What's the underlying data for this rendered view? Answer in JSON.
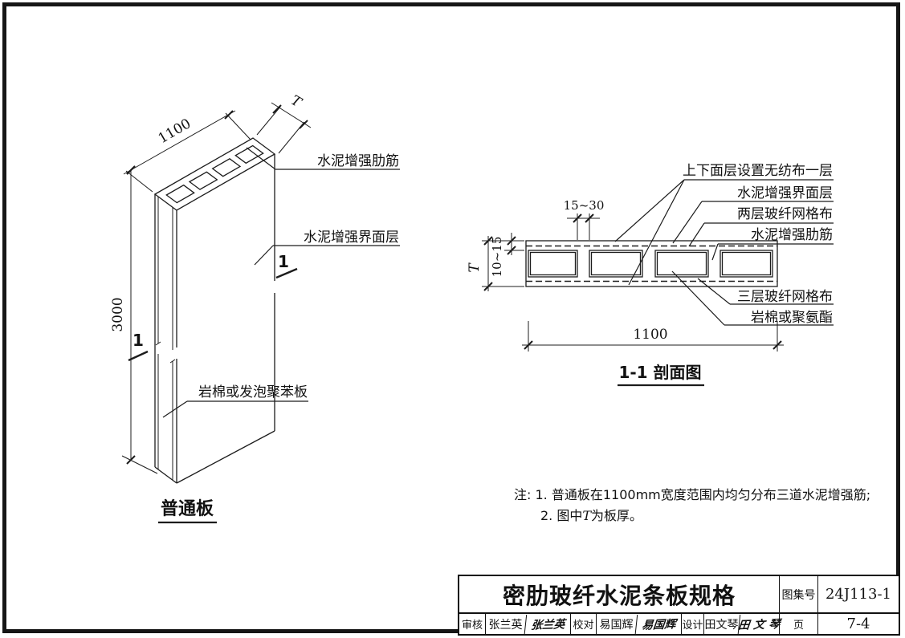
{
  "panel_3d": {
    "title": "普通板",
    "dim_width": "1100",
    "dim_height": "3000",
    "dim_thickness": "T",
    "section_mark": "1",
    "labels": {
      "rib": "水泥增强肋筋",
      "interface": "水泥增强界面层",
      "insulation": "岩棉或发泡聚苯板"
    }
  },
  "section_view": {
    "title": "1-1 剖面图",
    "dim_rib_width": "15~30",
    "dim_skin": "10~15",
    "dim_thickness": "T",
    "dim_width": "1100",
    "labels": [
      "上下面层设置无纺布一层",
      "水泥增强界面层",
      "两层玻纤网格布",
      "水泥增强肋筋",
      "三层玻纤网格布",
      "岩棉或聚氨酯"
    ]
  },
  "notes": {
    "prefix": "注:",
    "item1_no": "1.",
    "item1_text": "普通板在1100mm宽度范围内均匀分布三道水泥增强筋;",
    "item2_no": "2.",
    "item2_pre": "图中",
    "item2_t": "T",
    "item2_post": "为板厚。"
  },
  "title_block": {
    "title": "密肋玻纤水泥条板规格",
    "atlas_label": "图集号",
    "atlas_no": "24J113-1",
    "page_label": "页",
    "page_no": "7-4",
    "review_label": "审核",
    "reviewer": "张兰英",
    "reviewer_sig": "张兰英",
    "check_label": "校对",
    "checker": "易国辉",
    "checker_sig": "易国辉",
    "design_label": "设计",
    "designer": "田文琴",
    "designer_sig": "田 文 琴"
  }
}
